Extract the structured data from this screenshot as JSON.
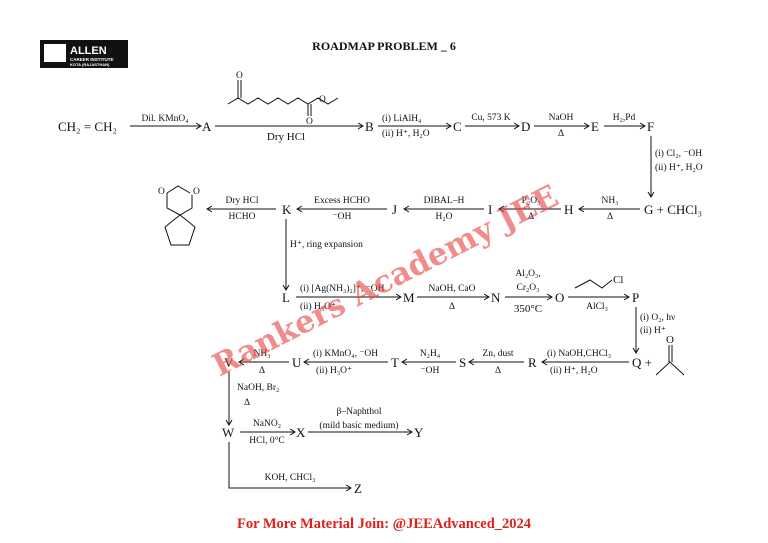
{
  "header": {
    "title": "ROADMAP PROBLEM _ 6",
    "logo_text": "ALLEN",
    "logo_sub": "CAREER INSTITUTE",
    "logo_loc": "KOTA (RAJASTHAN)"
  },
  "watermark": "Rankers Academy JEE",
  "species": {
    "start": "CH₂ = CH₂",
    "A": "A",
    "B": "B",
    "C": "C",
    "D": "D",
    "E": "E",
    "F": "F",
    "G": "G + CHCl₃",
    "H": "H",
    "I": "I",
    "J": "J",
    "K": "K",
    "L": "L",
    "M": "M",
    "N": "N",
    "O": "O",
    "P": "P",
    "Q": "Q +",
    "R": "R",
    "S": "S",
    "T": "T",
    "U": "U",
    "V": "V",
    "W": "W",
    "X": "X",
    "Y": "Y",
    "Z": "Z"
  },
  "reagents": {
    "r1": "Dil. KMnO₄",
    "r2": "Dry HCl",
    "r3a": "(i) LiAlH₄",
    "r3b": "(ii) H⁺, H₂O",
    "r4": "Cu, 573 K",
    "r5a": "NaOH",
    "r5b": "Δ",
    "r6": "H₂,Pd",
    "r7a": "(i) Cl₂, ⁻OH",
    "r7b": "(ii) H⁺, H₂O",
    "r8a": "NH₃",
    "r8b": "Δ",
    "r9a": "P₂O₅",
    "r9b": "Δ",
    "r10a": "DIBAL–H",
    "r10b": "H₂O",
    "r11a": "Excess HCHO",
    "r11b": "⁻OH",
    "r12a": "Dry HCl",
    "r12b": "HCHO",
    "r13": "H⁺, ring expansion",
    "r14a": "(i) [Ag(NH₃)₂]⁺, ⁻OH",
    "r14b": "(ii) H₃O⁺",
    "r15a": "NaOH, CaO",
    "r15b": "Δ",
    "r16a": "Al₂O₃,",
    "r16b": "Cr₂O₃",
    "r16c": "350°C",
    "r17a": "Cl",
    "r17b": "AlCl₃",
    "r18a": "(i) O₂, hν",
    "r18b": "(ii) H⁺",
    "r19a": "(i) NaOH,CHCl₃",
    "r19b": "(ii) H⁺, H₂O",
    "r20a": "Zn, dust",
    "r20b": "Δ",
    "r21a": "N₂H₄",
    "r21b": "⁻OH",
    "r22a": "(i) KMnO₄, ⁻OH",
    "r22b": "(ii) H₃O⁺",
    "r23a": "NH₃",
    "r23b": "Δ",
    "r24a": "NaOH, Br₂",
    "r24b": "Δ",
    "r25a": "NaNO₂",
    "r25b": "HCl, 0°C",
    "r26a": "β–Naphthol",
    "r26b": "(mild basic medium)",
    "r27": "KOH, CHCl₃"
  },
  "footer": "For More Material Join: @JEEAdvanced_2024"
}
